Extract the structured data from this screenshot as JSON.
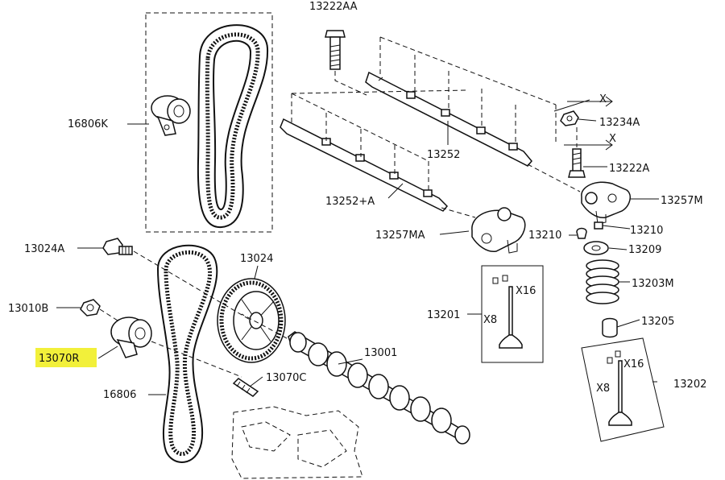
{
  "labels": {
    "p13222AA": "13222AA",
    "p16806K": "16806K",
    "p13234A": "13234A",
    "x1": "X",
    "x2": "X",
    "p13252": "13252",
    "p13222A": "13222A",
    "p13252A": "13252+A",
    "p13257M": "13257M",
    "p13210a": "13210",
    "p13257MA": "13257MA",
    "p13210b": "13210",
    "p13209": "13209",
    "p13024A": "13024A",
    "p13024": "13024",
    "p13203M": "13203M",
    "x16a": "X16",
    "p13010B": "13010B",
    "p13201": "13201",
    "x8a": "X8",
    "p13205": "13205",
    "p13070R": "13070R",
    "p13001": "13001",
    "x16b": "X16",
    "p13202": "13202",
    "p13070C": "13070C",
    "x8b": "X8",
    "p16806": "16806"
  },
  "highlight": {
    "label": "13070R",
    "color": "#f2f03a"
  }
}
